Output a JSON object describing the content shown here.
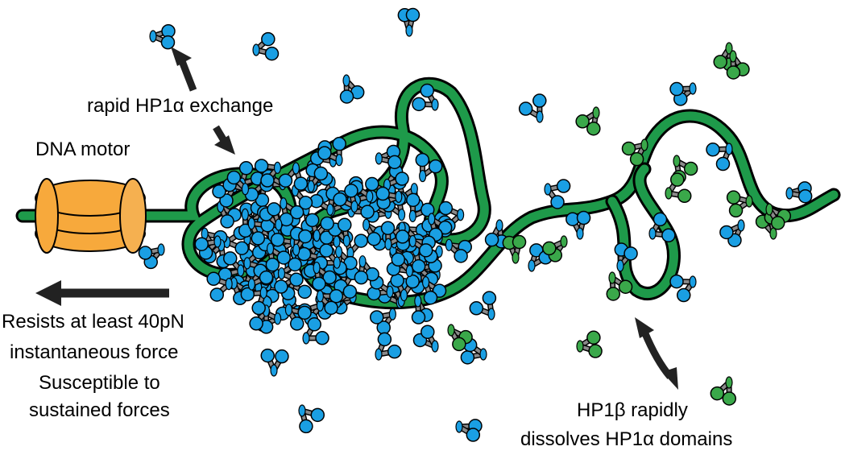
{
  "labels": {
    "exchange": "rapid HP1α exchange",
    "motor": "DNA motor",
    "resists_line1": "Resists at least 40pN",
    "resists_line2": "instantaneous force",
    "susceptible_line1": "Susceptible to",
    "susceptible_line2": "sustained forces",
    "hp1b_line1": "HP1β rapidly",
    "hp1b_line2": "dissolves HP1α domains"
  },
  "colors": {
    "hp1a": "#1a9fe3",
    "hp1b": "#3aa84a",
    "dna": "#1e9a4a",
    "motor": "#f7a93c",
    "linker": "#8a8a8a",
    "arrow": "#222222"
  },
  "icons": [
    "double-arrow",
    "left-arrow",
    "hp1-dimer",
    "motor-protein"
  ]
}
